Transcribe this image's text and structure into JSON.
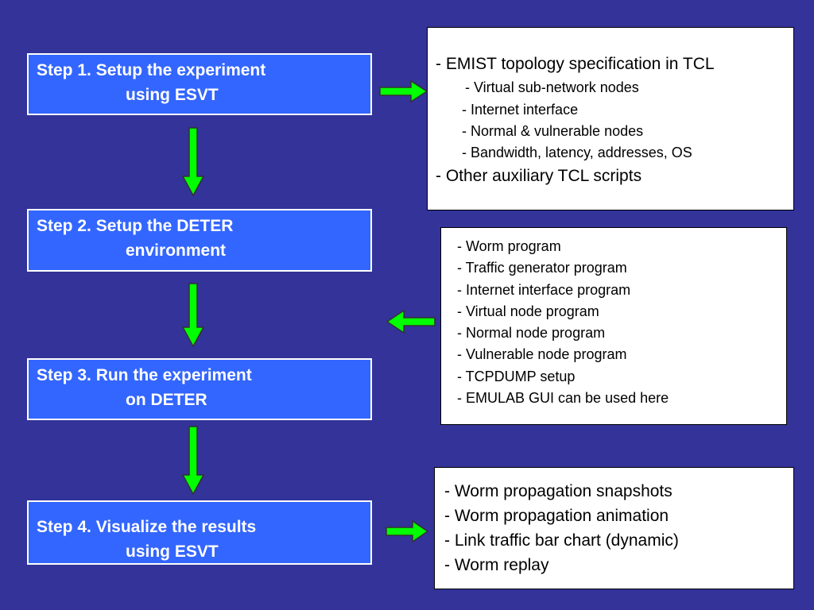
{
  "steps": [
    {
      "line1": "Step 1. Setup the experiment",
      "line2": "using ESVT"
    },
    {
      "line1": "Step 2. Setup the DETER",
      "line2": "environment"
    },
    {
      "line1": "Step 3. Run the experiment",
      "line2": "on DETER"
    },
    {
      "line1": "Step 4. Visualize the results",
      "line2": "using ESVT"
    }
  ],
  "box1": {
    "lines": [
      "- EMIST topology specification in TCL",
      "- Virtual sub-network nodes",
      "- Internet interface",
      "- Normal & vulnerable nodes",
      "- Bandwidth, latency, addresses, OS",
      "- Other auxiliary TCL scripts"
    ]
  },
  "box2": {
    "lines": [
      "- Worm program",
      "- Traffic generator program",
      "- Internet interface program",
      "- Virtual node program",
      "- Normal node program",
      "- Vulnerable node program",
      "- TCPDUMP setup",
      "- EMULAB GUI can be used here"
    ]
  },
  "box3": {
    "lines": [
      "- Worm propagation snapshots",
      "- Worm propagation animation",
      "- Link traffic bar chart (dynamic)",
      "- Worm replay"
    ]
  },
  "colors": {
    "background": "#333399",
    "step_fill": "#3366ff",
    "arrow_fill": "#00ff00"
  }
}
